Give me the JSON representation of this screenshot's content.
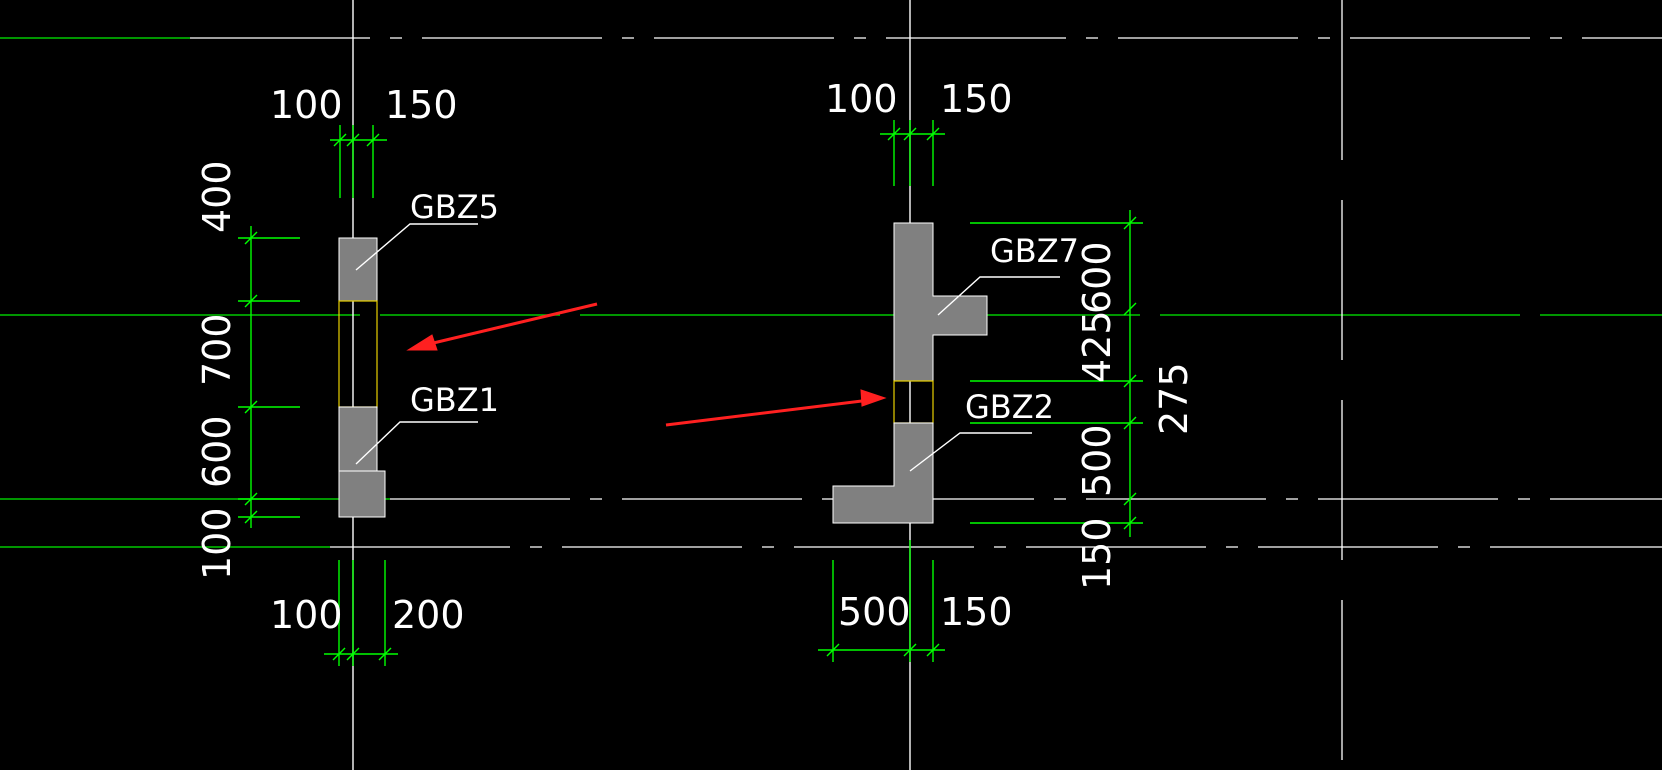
{
  "colors": {
    "background": "#000000",
    "dimension": "#00ff00",
    "axis": "#ffffff",
    "wall": "#808080",
    "opening": "#e8d000",
    "arrow": "#ff2020"
  },
  "left_component": {
    "top_dims": [
      "100",
      "150"
    ],
    "bottom_dims": [
      "100",
      "200"
    ],
    "side_dims": [
      "400",
      "700",
      "600",
      "100"
    ],
    "labels": [
      "GBZ5",
      "GBZ1"
    ]
  },
  "right_component": {
    "top_dims": [
      "100",
      "150"
    ],
    "bottom_dims": [
      "500",
      "150"
    ],
    "side_dims_inner": [
      "600",
      "425",
      "500",
      "150"
    ],
    "side_dims_outer": [
      "275"
    ],
    "labels": [
      "GBZ7",
      "GBZ2"
    ]
  }
}
